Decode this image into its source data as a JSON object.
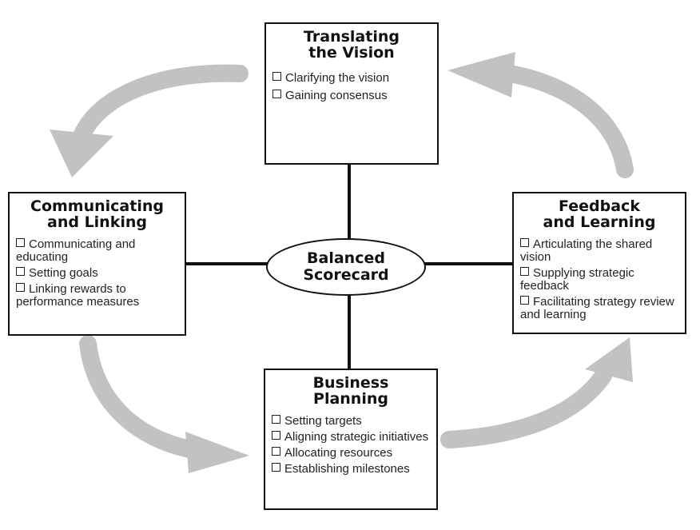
{
  "center": {
    "line1": "Balanced",
    "line2": "Scorecard"
  },
  "boxes": {
    "top": {
      "title_line1": "Translating",
      "title_line2": "the Vision",
      "items": [
        "Clarifying the vision",
        "Gaining consensus"
      ]
    },
    "left": {
      "title_line1": "Communicating",
      "title_line2": "and Linking",
      "items": [
        "Communicating and educating",
        "Setting goals",
        "Linking rewards to performance measures"
      ]
    },
    "right": {
      "title_line1": "Feedback",
      "title_line2": "and Learning",
      "items": [
        "Articulating the shared vision",
        "Supplying strategic feedback",
        "Facilitating strategy review and learning"
      ]
    },
    "bottom": {
      "title_line1": "Business",
      "title_line2": "Planning",
      "items": [
        "Setting targets",
        "Aligning strategic initiatives",
        "Allocating resources",
        "Establishing milestones"
      ]
    }
  },
  "colors": {
    "arrow": "#c2c2c2",
    "line": "#111111"
  }
}
